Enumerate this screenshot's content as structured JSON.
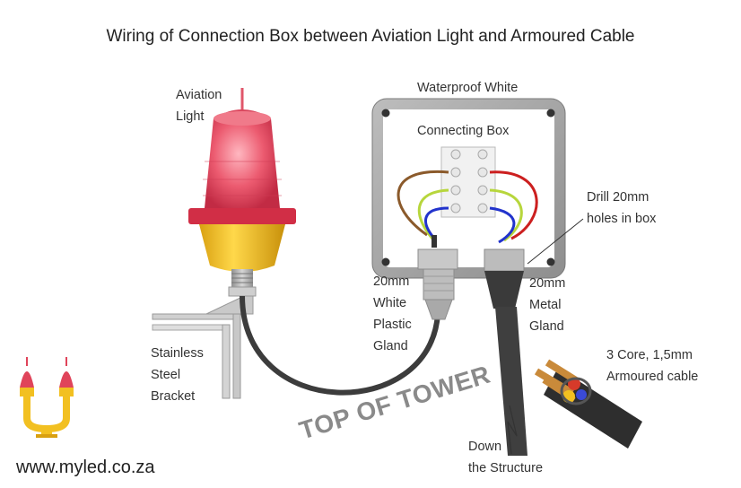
{
  "title": "Wiring of Connection Box between Aviation Light and Armoured Cable",
  "labels": {
    "aviation_light": "Aviation\nLight",
    "connecting_box": "Waterproof White\n\nConnecting Box",
    "drill_holes": "Drill 20mm\nholes in box",
    "plastic_gland": "20mm\nWhite\nPlastic\nGland",
    "metal_gland": "20mm\nMetal\nGland",
    "bracket": "Stainless\nSteel\nBracket",
    "armoured_cable": "3 Core, 1,5mm\nArmoured cable",
    "down_structure": "Down\nthe Structure"
  },
  "stamp": "TOP OF TOWER",
  "footer": "www.myled.co.za",
  "colors": {
    "lens_red": "#e8475e",
    "base_yellow": "#f2c021",
    "box_grey": "#a9a9a9",
    "wire_brown": "#8b5a2b",
    "wire_red": "#cc1f1f",
    "wire_blue": "#2233cc",
    "wire_green_yellow": "#b7d63c"
  }
}
